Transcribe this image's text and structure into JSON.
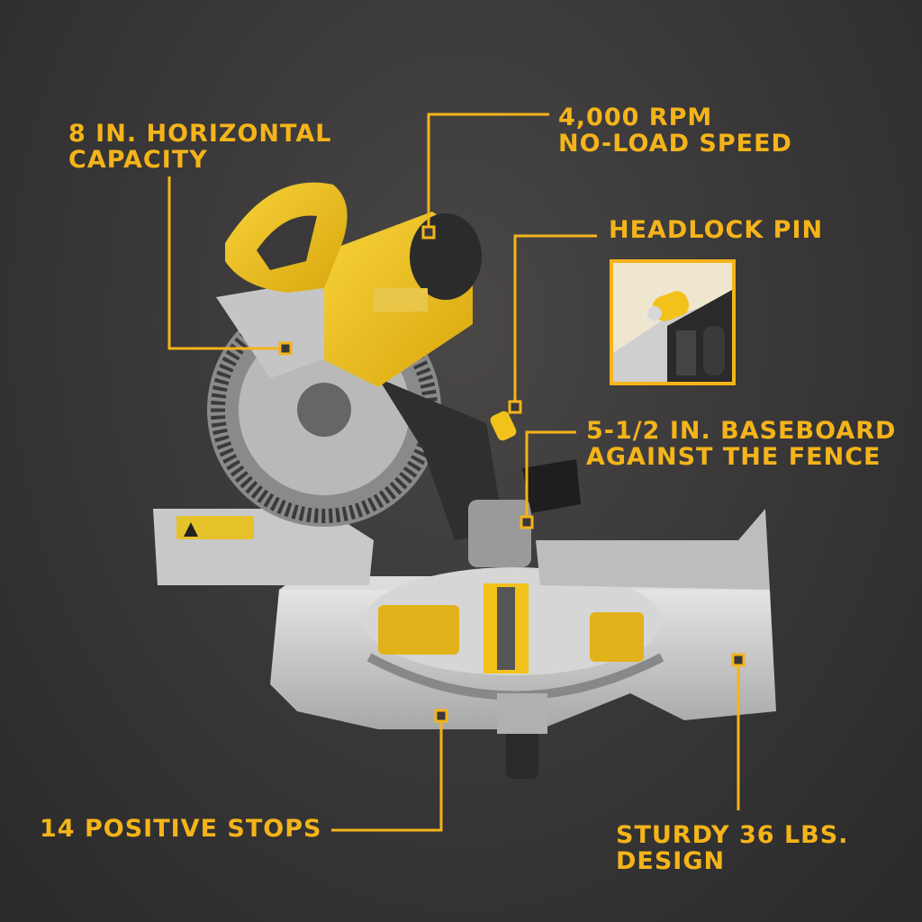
{
  "callouts": {
    "horizontal_capacity": "8 IN. HORIZONTAL\nCAPACITY",
    "rpm": "4,000 RPM\nNO-LOAD SPEED",
    "headlock_pin": "HEADLOCK PIN",
    "baseboard": "5-1/2 IN. BASEBOARD\nAGAINST THE FENCE",
    "positive_stops": "14 POSITIVE STOPS",
    "sturdy": "STURDY 36 LBS.\nDESIGN"
  },
  "colors": {
    "accent": "#f4b41a",
    "tool_yellow": "#f2c21b",
    "metal": "#c9c9c9",
    "background": "#3a3838"
  }
}
